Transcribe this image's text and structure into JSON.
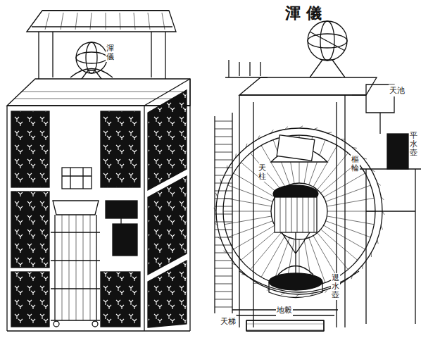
{
  "diagram": {
    "title": "渾儀",
    "labels": [
      "渾儀",
      "天池",
      "平水壺",
      "樞輪",
      "天柱",
      "退水壺",
      "天梯",
      "地轂"
    ]
  }
}
